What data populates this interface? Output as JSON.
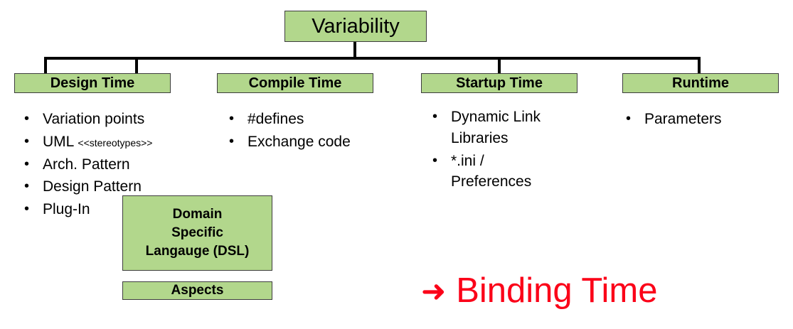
{
  "diagram": {
    "root": {
      "label": "Variability"
    },
    "phases": [
      {
        "label": "Design Time"
      },
      {
        "label": "Compile Time"
      },
      {
        "label": "Startup Time"
      },
      {
        "label": "Runtime"
      }
    ],
    "columns": [
      {
        "phase": "Design Time",
        "items": [
          {
            "text": "Variation points"
          },
          {
            "text": "UML ",
            "small": "<<stereotypes>>"
          },
          {
            "text": "Arch. Pattern"
          },
          {
            "text": "Design Pattern"
          },
          {
            "text": "Plug-In"
          }
        ]
      },
      {
        "phase": "Compile Time",
        "items": [
          {
            "text": "#defines"
          },
          {
            "text": "Exchange code"
          }
        ]
      },
      {
        "phase": "Startup Time",
        "items": [
          {
            "text": "Dynamic Link Libraries"
          },
          {
            "text": "*.ini / Preferences"
          }
        ]
      },
      {
        "phase": "Runtime",
        "items": [
          {
            "text": "Parameters"
          }
        ]
      }
    ],
    "extra_boxes": {
      "dsl": {
        "line1": "Domain",
        "line2": "Specific",
        "line3": "Langauge (DSL)"
      },
      "aspects": {
        "label": "Aspects"
      }
    },
    "callout": {
      "arrow": "➜",
      "label": "Binding Time"
    },
    "colors": {
      "box_fill": "#b2d78c",
      "box_border": "#3d3d3d",
      "line": "#000000",
      "callout": "#fb0018",
      "text": "#000000",
      "background": "#ffffff"
    }
  }
}
